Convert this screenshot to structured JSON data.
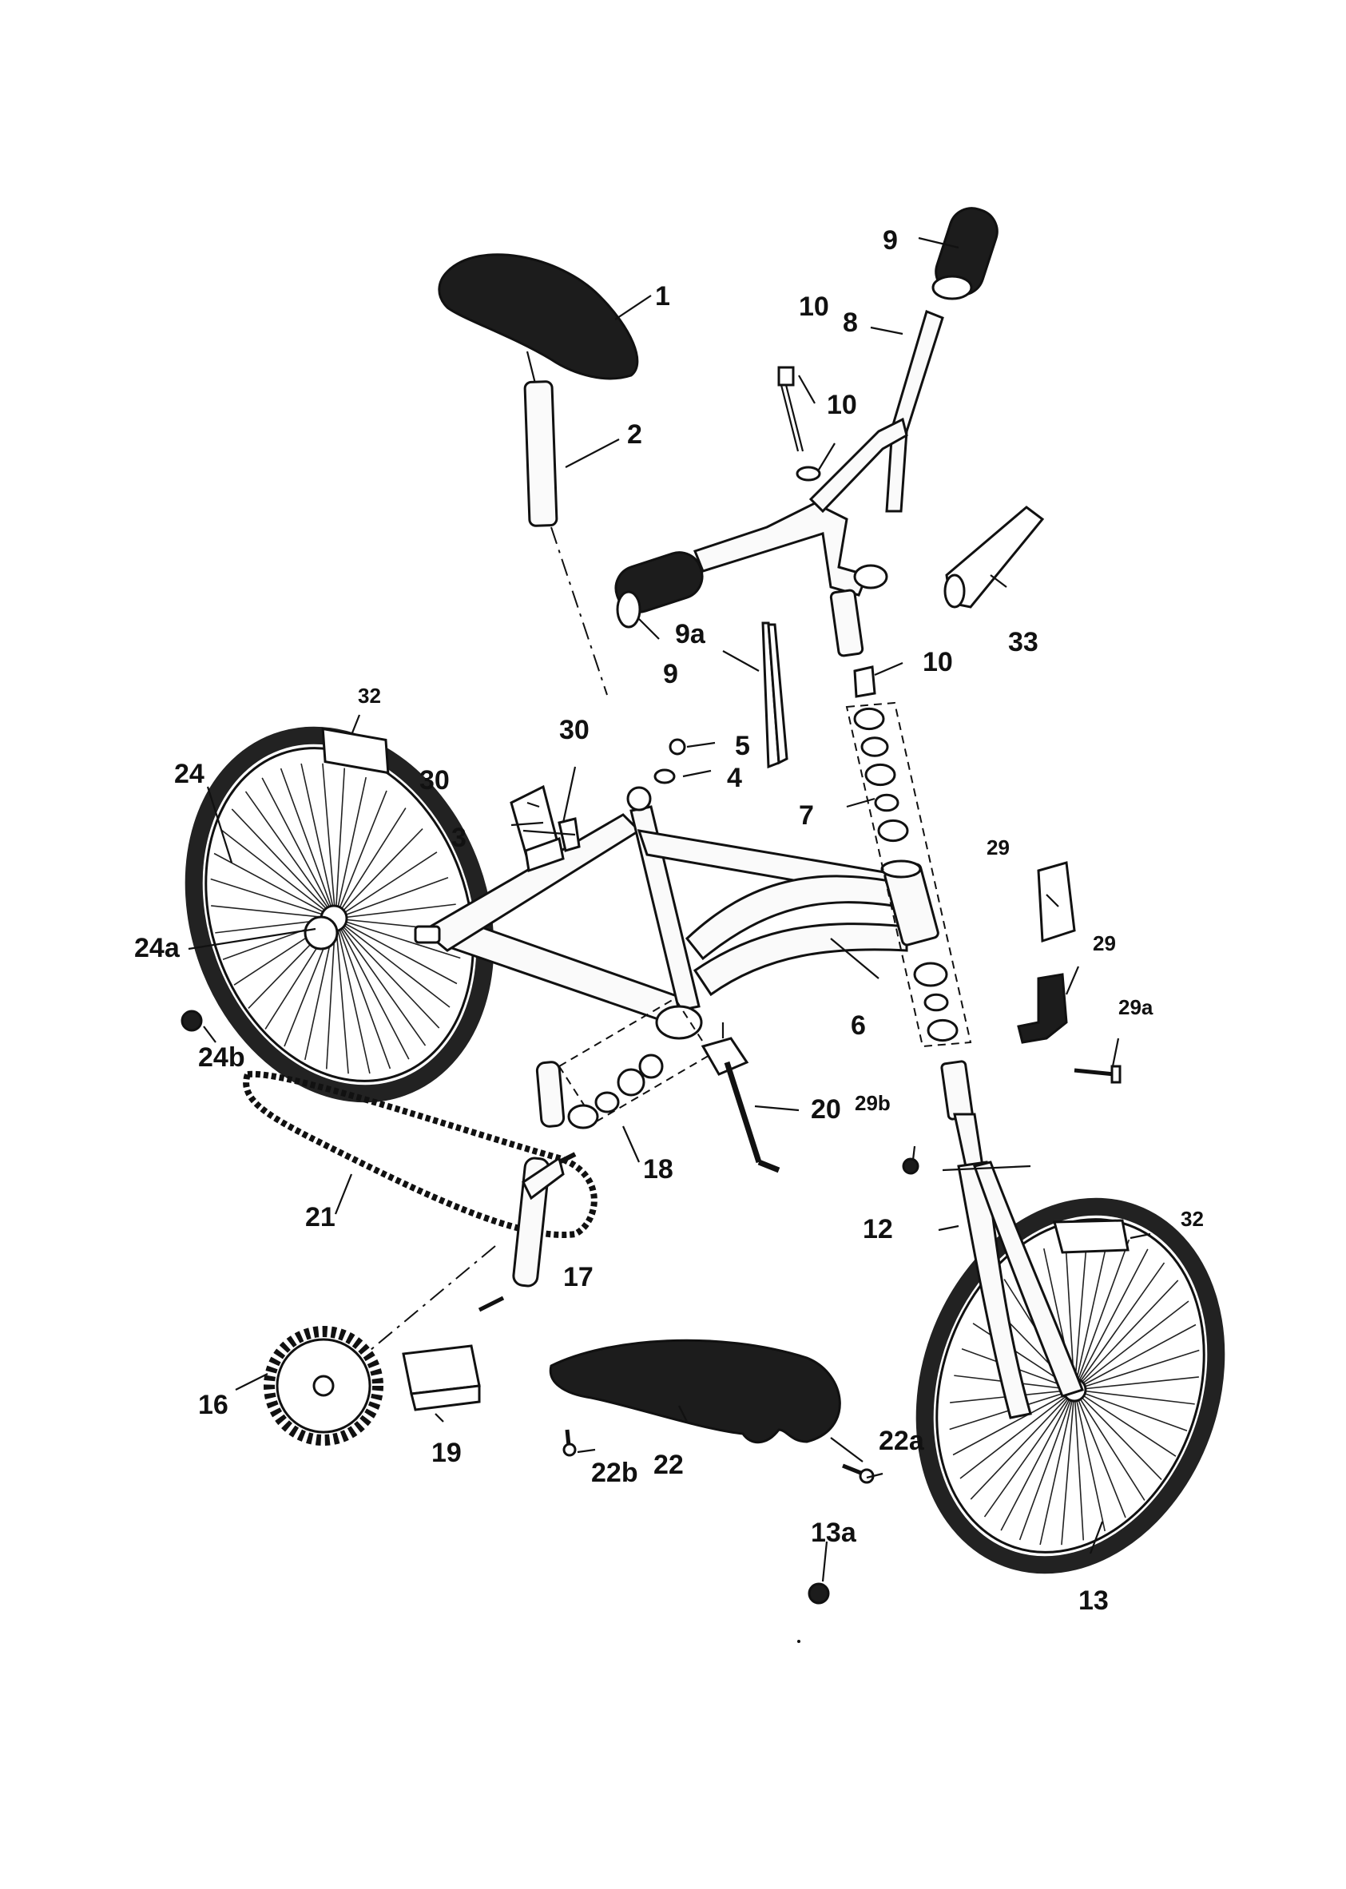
{
  "labels": {
    "l1": "1",
    "l2": "2",
    "l3": "3",
    "l4": "4",
    "l5": "5",
    "l6": "6",
    "l7": "7",
    "l8": "8",
    "l9_top": "9",
    "l9_bottom": "9",
    "l9a": "9a",
    "l10_top": "10",
    "l10_mid": "10",
    "l10_low": "10",
    "l12": "12",
    "l13": "13",
    "l13a": "13a",
    "l16": "16",
    "l17": "17",
    "l18": "18",
    "l19": "19",
    "l20": "20",
    "l21": "21",
    "l22": "22",
    "l22a": "22a",
    "l22b": "22b",
    "l24": "24",
    "l24a": "24a",
    "l24b": "24b",
    "l29_top": "29",
    "l29_mid": "29",
    "l29a": "29a",
    "l29b": "29b",
    "l30_left": "30",
    "l30_top": "30",
    "l32_left": "32",
    "l32_right": "32",
    "l33": "33"
  },
  "colors": {
    "ink": "#111111",
    "paper": "#ffffff",
    "fill_dark": "#1c1c1c"
  }
}
